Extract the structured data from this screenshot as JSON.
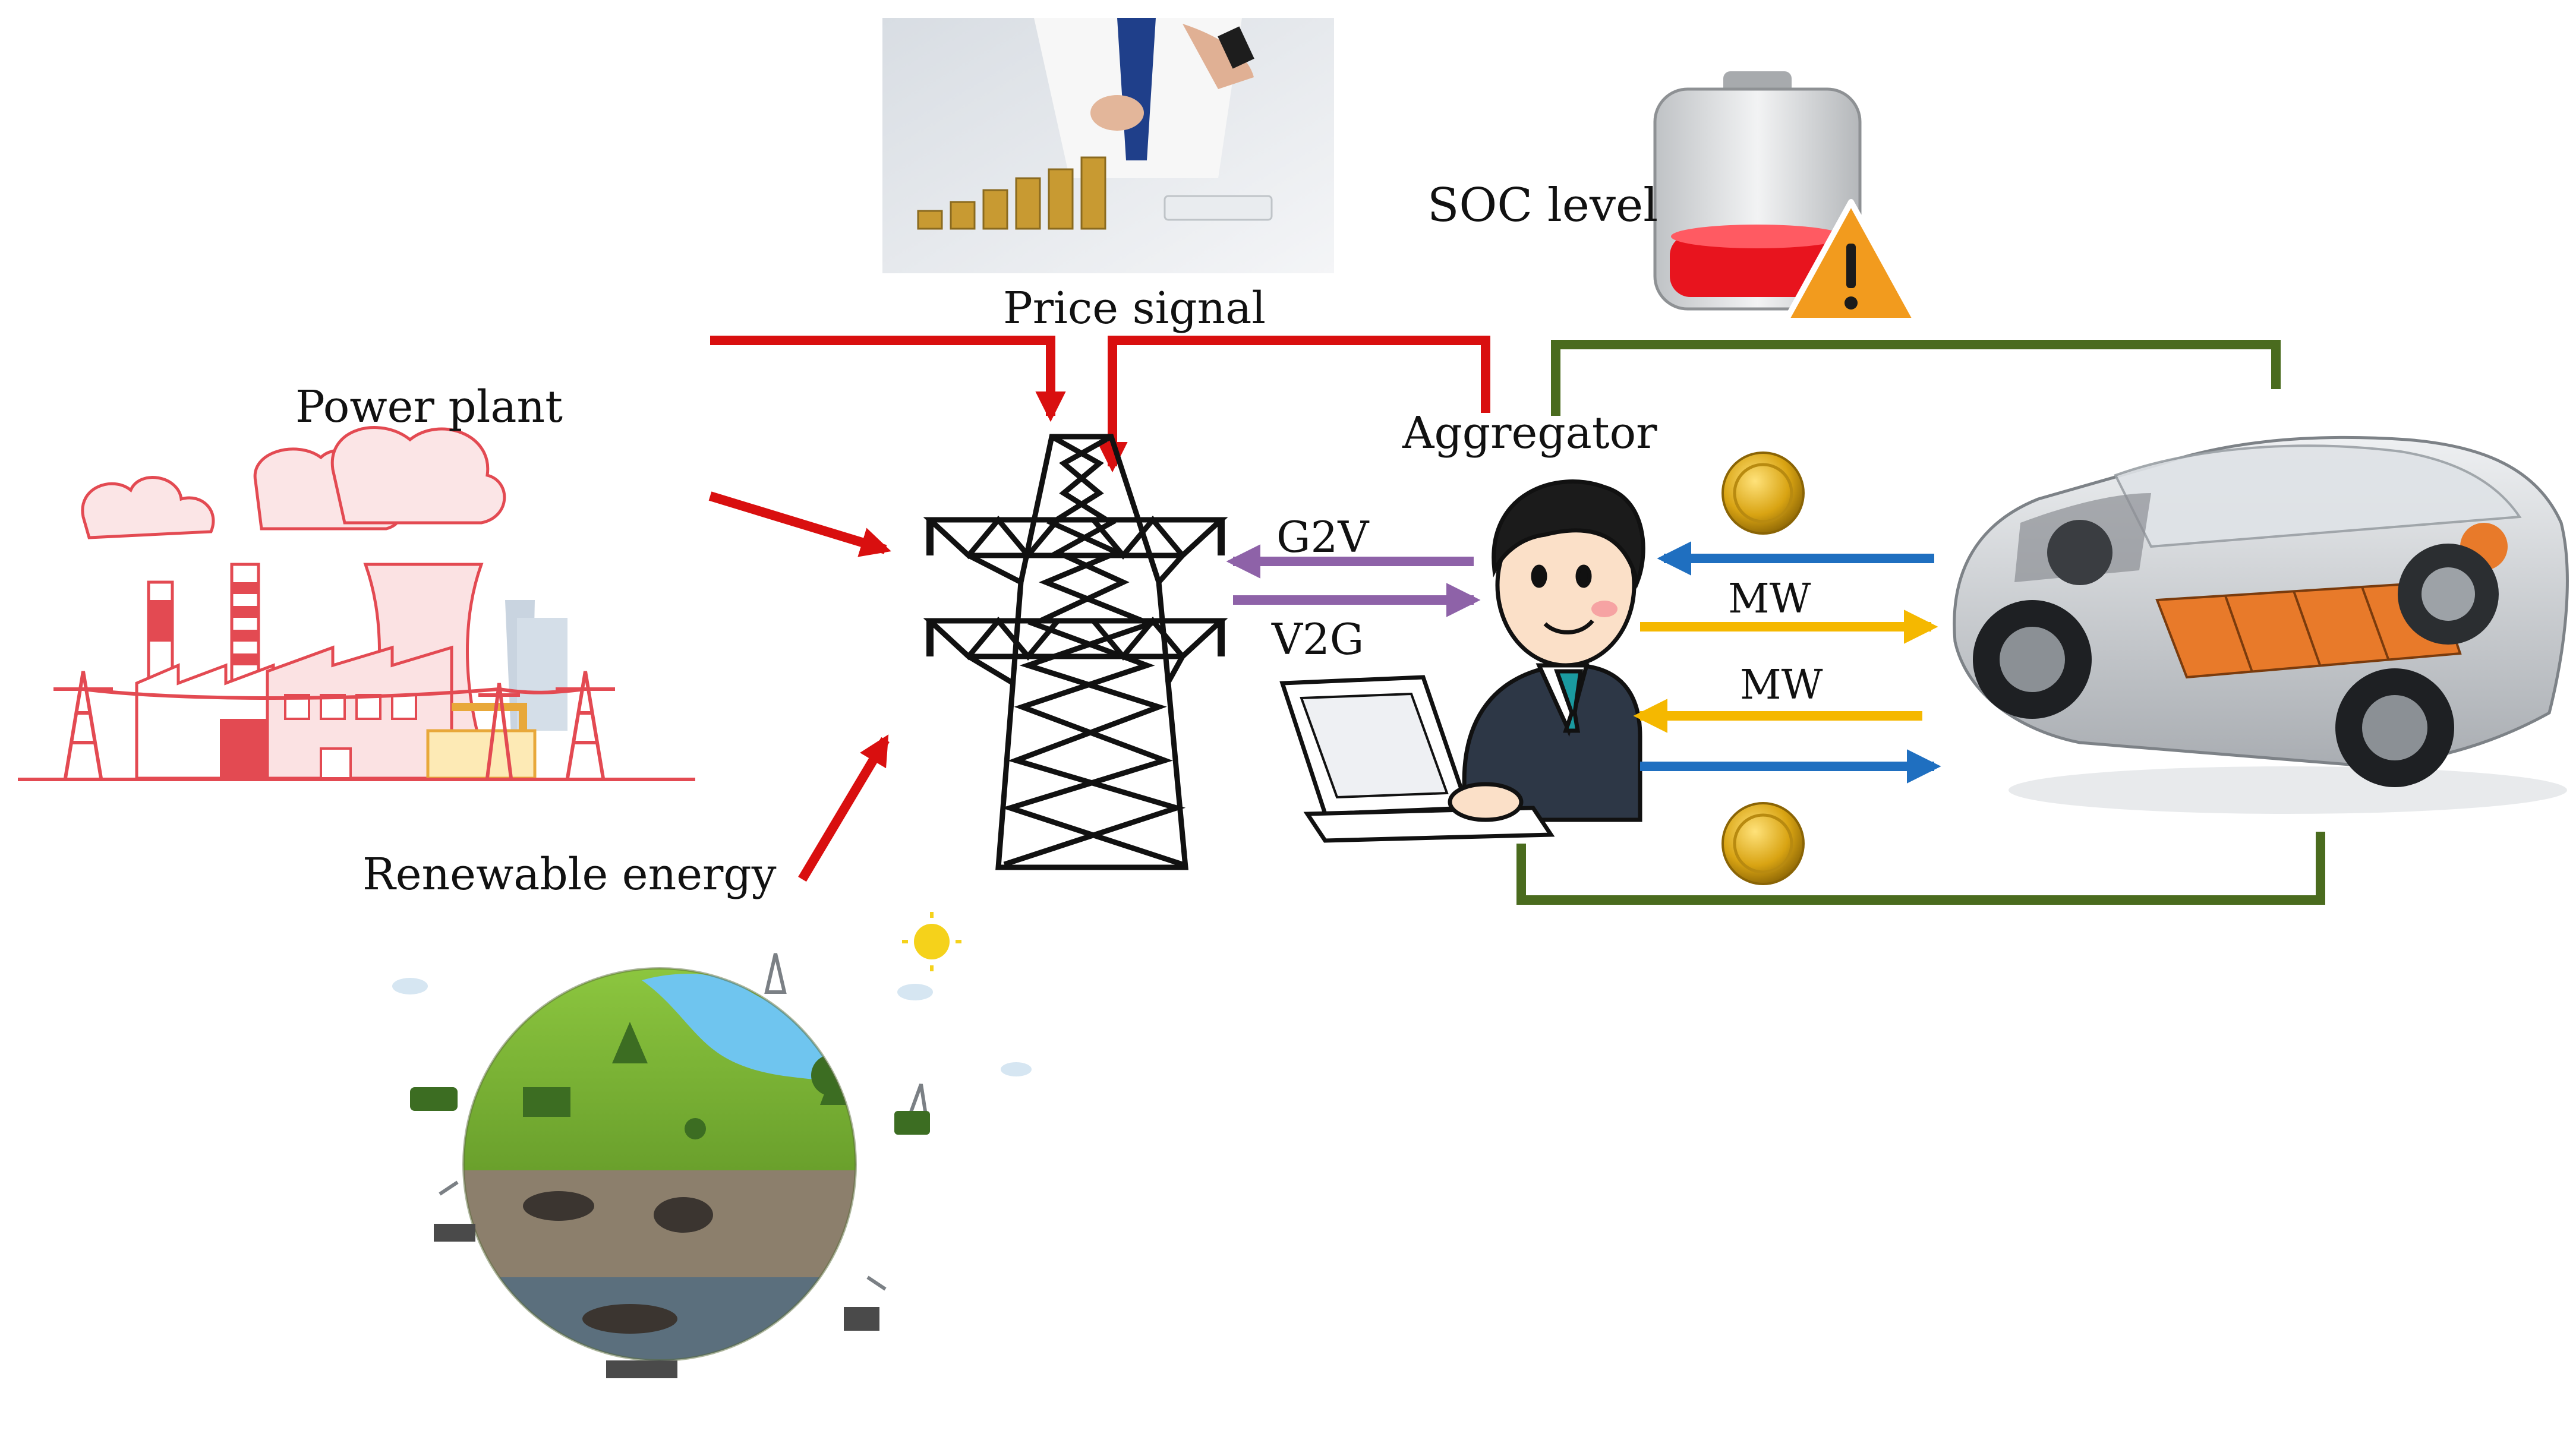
{
  "labels": {
    "price_signal": "Price signal",
    "power_plant": "Power plant",
    "aggregator": "Aggregator",
    "soc_level": "SOC level",
    "renewable_energy": "Renewable energy",
    "g2v": "G2V",
    "v2g": "V2G",
    "mw_top": "MW",
    "mw_bottom": "MW"
  },
  "colors": {
    "signal_arrow": "#d90f0f",
    "grid_flow_arrow": "#8e62a8",
    "money_flow_arrow": "#f5b800",
    "power_flow_arrow": "#1f6fc0",
    "connection_bracket": "#4a6b1e",
    "battery_level": "#e8141e",
    "warning": "#f29b1e"
  },
  "icons": {
    "price_signal_photo": "hand-stacking-coins-icon",
    "power_plant": "power-plant-icon",
    "transmission_tower": "transmission-tower-icon",
    "aggregator": "person-with-laptop-icon",
    "battery": "low-battery-icon",
    "warning": "warning-triangle-icon",
    "electric_vehicle": "electric-car-cutaway-icon",
    "coin": "gold-coin-icon",
    "renewable_energy": "eco-earth-globe-icon"
  }
}
